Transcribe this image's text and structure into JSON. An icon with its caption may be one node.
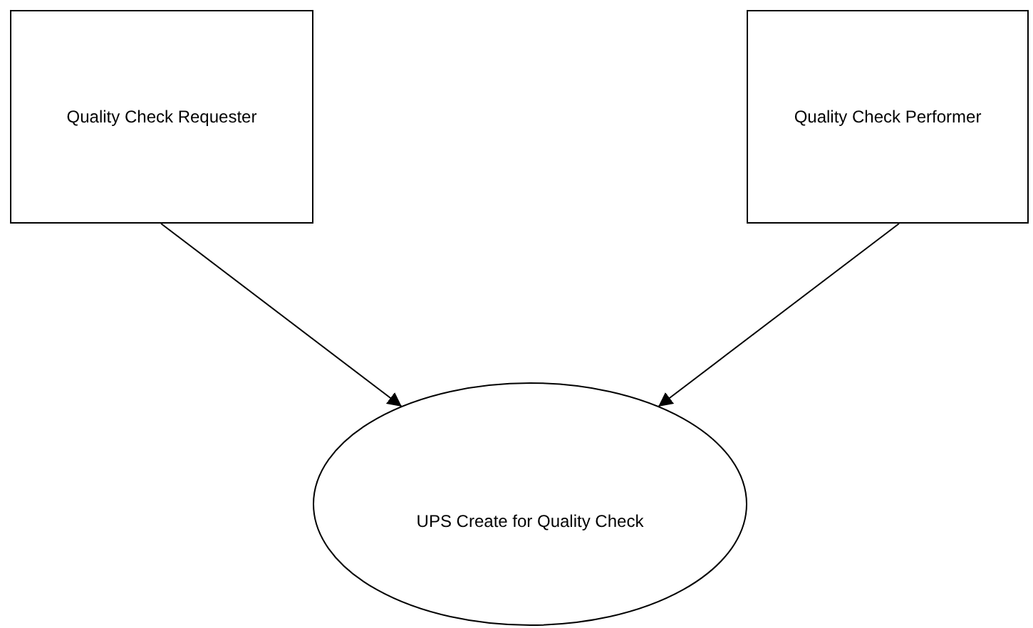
{
  "diagram": {
    "nodes": [
      {
        "text": [
          "Quality Check Requester"
        ]
      },
      {
        "text": [
          "Quality Check Performer"
        ]
      },
      {
        "text": [
          "UPS Create for Quality Check"
        ]
      }
    ],
    "edges": [
      {
        "from": 0,
        "to": 2,
        "arrow": "to"
      },
      {
        "from": 1,
        "to": 2,
        "arrow": "to"
      }
    ]
  }
}
